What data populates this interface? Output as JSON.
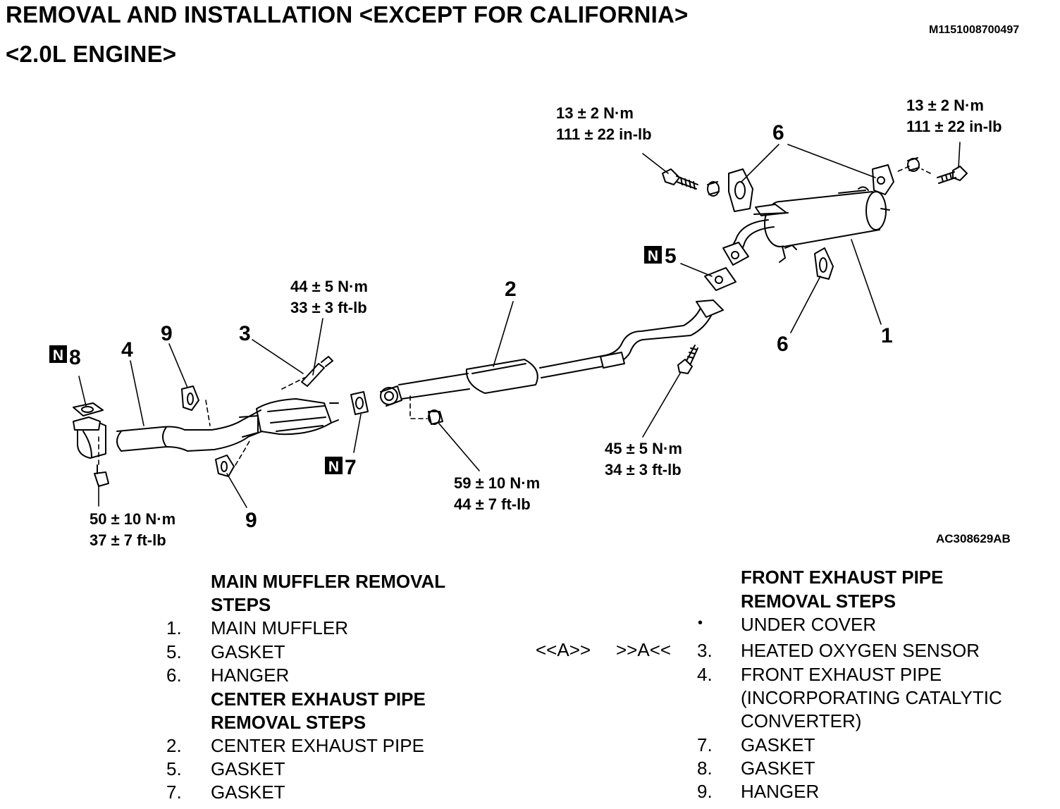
{
  "header": {
    "title_line1": "REMOVAL AND INSTALLATION <EXCEPT FOR CALIFORNIA>",
    "title_line2": "<2.0L ENGINE>",
    "doc_id": "M1151008700497"
  },
  "diagram": {
    "figure_id": "AC308629AB",
    "new_part_badge": "N",
    "callouts": {
      "c1": "1",
      "c2": "2",
      "c3": "3",
      "c4": "4",
      "c5": "5",
      "c6a": "6",
      "c6b": "6",
      "c7": "7",
      "c8": "8",
      "c9a": "9",
      "c9b": "9"
    },
    "torques": {
      "t_muffler_left": [
        "13 ± 2 N·m",
        "111 ± 22 in-lb"
      ],
      "t_muffler_right": [
        "13 ± 2 N·m",
        "111 ± 22 in-lb"
      ],
      "t_sensor": [
        "44 ± 5 N·m",
        "33 ± 3 ft-lb"
      ],
      "t_flange": [
        "45 ± 5 N·m",
        "34 ± 3 ft-lb"
      ],
      "t_center": [
        "59 ± 10 N·m",
        "44 ± 7 ft-lb"
      ],
      "t_front": [
        "50 ± 10 N·m",
        "37 ± 7 ft-lb"
      ]
    }
  },
  "steps": {
    "main_muffler": {
      "heading": [
        "MAIN MUFFLER REMOVAL",
        "STEPS"
      ],
      "items": [
        {
          "num": "1.",
          "label": "MAIN MUFFLER"
        },
        {
          "num": "5.",
          "label": "GASKET"
        },
        {
          "num": "6.",
          "label": "HANGER"
        }
      ]
    },
    "center_pipe": {
      "heading": [
        "CENTER EXHAUST PIPE",
        "REMOVAL STEPS"
      ],
      "items": [
        {
          "num": "2.",
          "label": "CENTER EXHAUST PIPE"
        },
        {
          "num": "5.",
          "label": "GASKET"
        },
        {
          "num": "7.",
          "label": "GASKET"
        }
      ]
    },
    "front_pipe": {
      "heading": [
        "FRONT EXHAUST PIPE",
        "REMOVAL STEPS"
      ],
      "items": [
        {
          "num": "•",
          "label": "UNDER COVER"
        },
        {
          "num": "3.",
          "label": "HEATED OXYGEN SENSOR"
        },
        {
          "num": "4.",
          "label": "FRONT EXHAUST PIPE"
        },
        {
          "num": "",
          "label": "(INCORPORATING CATALYTIC"
        },
        {
          "num": "",
          "label": "CONVERTER)"
        },
        {
          "num": "7.",
          "label": "GASKET"
        },
        {
          "num": "8.",
          "label": "GASKET"
        },
        {
          "num": "9.",
          "label": "HANGER"
        }
      ]
    },
    "note_removal": "<<A>>",
    "note_install": ">>A<<"
  }
}
